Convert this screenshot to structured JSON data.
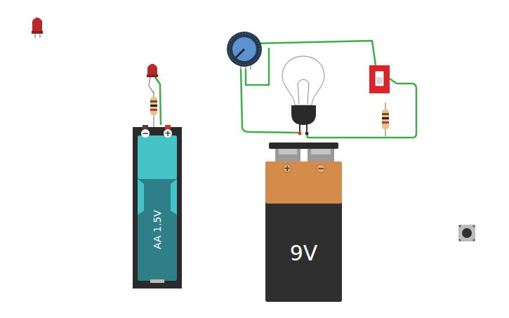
{
  "diagram": {
    "nodes": [
      {
        "text": [
          "AA 1.5V"
        ]
      },
      {
        "text": [
          "9V"
        ]
      }
    ],
    "labels": [
      "−",
      "+",
      "+",
      "−"
    ]
  }
}
